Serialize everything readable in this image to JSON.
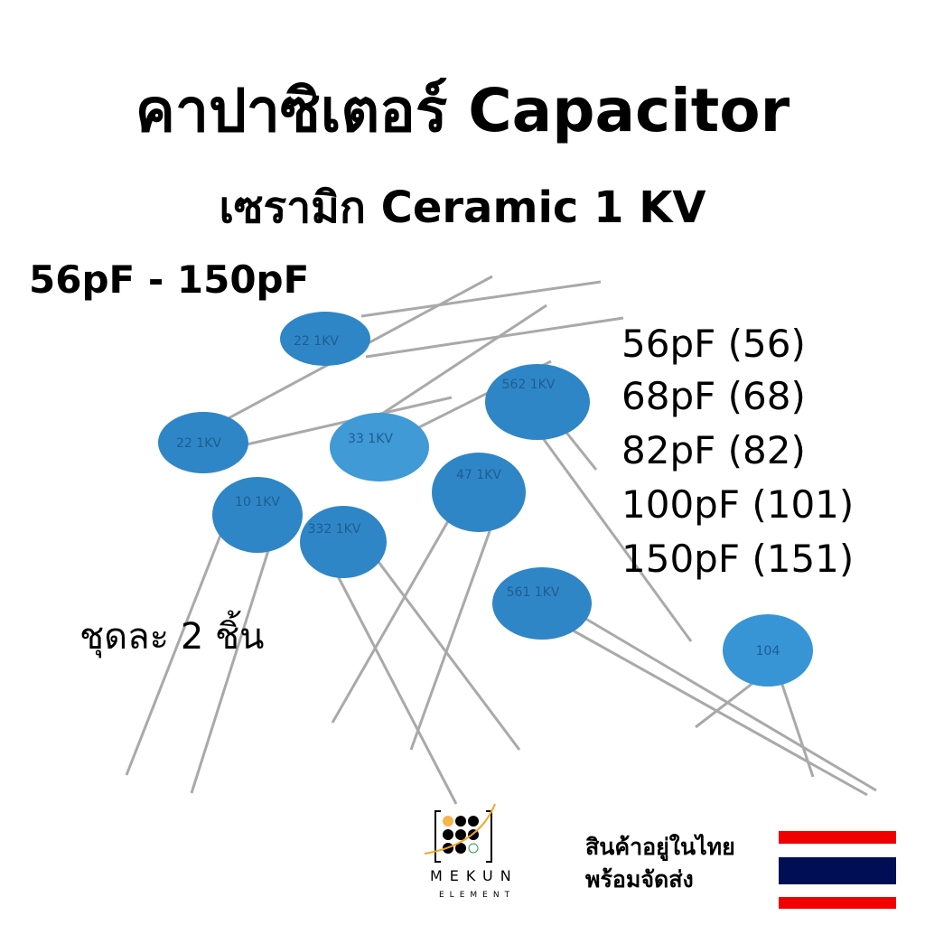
{
  "header": {
    "title": "คาปาซิเตอร์ Capacitor",
    "subtitle": "เซรามิก Ceramic 1 KV",
    "range": "56pF - 150pF"
  },
  "values": [
    "56pF (56)",
    "68pF (68)",
    "82pF (82)",
    "100pF (101)",
    "150pF (151)"
  ],
  "pack_note": "ชุดละ 2 ชิ้น",
  "footer": {
    "stock_line1": "สินค้าอยู่ในไทย",
    "stock_line2": "พร้อมจัดส่ง",
    "brand": "MEKUN",
    "brand_sub": "ELEMENT"
  },
  "capacitor_markings": [
    "22 1KV",
    "22 1KV",
    "33 1KV",
    "562 1KV",
    "104",
    "10 1KV",
    "332 1KV",
    "47 1KV",
    "561 1KV"
  ],
  "colors": {
    "capacitor": "#2f86c6",
    "lead": "#a9a9a9",
    "flag_red": "#f00000",
    "flag_blue": "#000f55",
    "logo_accent": "#f5a623"
  }
}
